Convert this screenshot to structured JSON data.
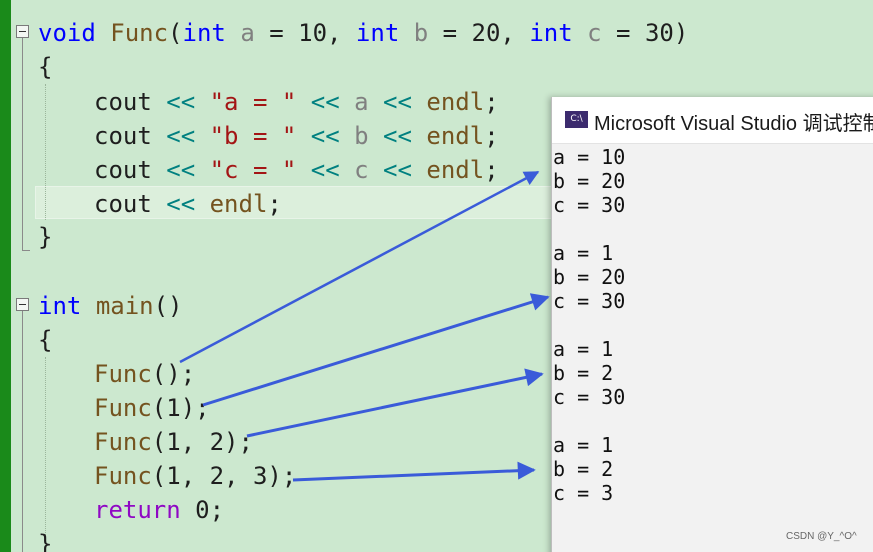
{
  "editor": {
    "func_signature": {
      "kw_void": "void",
      "name": "Func",
      "open": "(",
      "kw_int_a": "int",
      "param_a": "a",
      "eq_a": " = 10, ",
      "kw_int_b": "int",
      "param_b": "b",
      "eq_b": " = 20, ",
      "kw_int_c": "int",
      "param_c": "c",
      "eq_c": " = 30)"
    },
    "brace_open": "{",
    "brace_close": "}",
    "cout_lines": [
      {
        "cout": "cout",
        "op1": "<<",
        "str": "\"a = \"",
        "op2": "<<",
        "var": "a",
        "op3": "<<",
        "endl": "endl",
        "semi": ";"
      },
      {
        "cout": "cout",
        "op1": "<<",
        "str": "\"b = \"",
        "op2": "<<",
        "var": "b",
        "op3": "<<",
        "endl": "endl",
        "semi": ";"
      },
      {
        "cout": "cout",
        "op1": "<<",
        "str": "\"c = \"",
        "op2": "<<",
        "var": "c",
        "op3": "<<",
        "endl": "endl",
        "semi": ";"
      }
    ],
    "cout_endl_line": {
      "cout": "cout",
      "op": "<<",
      "endl": "endl",
      "semi": ";"
    },
    "main_signature": {
      "kw_int": "int",
      "name": "main",
      "parens": "()"
    },
    "calls": [
      {
        "fn": "Func",
        "args": "();"
      },
      {
        "fn": "Func",
        "args": "(1);"
      },
      {
        "fn": "Func",
        "args": "(1, 2);"
      },
      {
        "fn": "Func",
        "args": "(1, 2, 3);"
      }
    ],
    "return_line": {
      "kw": "return",
      "value": " 0;"
    }
  },
  "console": {
    "icon_text": "C:\\",
    "title": "Microsoft Visual Studio 调试控制台",
    "groups": [
      [
        "a = 10",
        "b = 20",
        "c = 30"
      ],
      [
        "a = 1",
        "b = 20",
        "c = 30"
      ],
      [
        "a = 1",
        "b = 2",
        "c = 30"
      ],
      [
        "a = 1",
        "b = 2",
        "c = 3"
      ]
    ]
  },
  "watermark": "CSDN @Y_^O^",
  "colors": {
    "editor_bg": "#cce8cf",
    "keyword": "#0000ff",
    "function": "#74531f",
    "string": "#a31515",
    "operator": "#008080",
    "parameter": "#808080",
    "control": "#8f08c4",
    "arrow": "#3a5bd9",
    "gutter": "#1a8a1a"
  }
}
